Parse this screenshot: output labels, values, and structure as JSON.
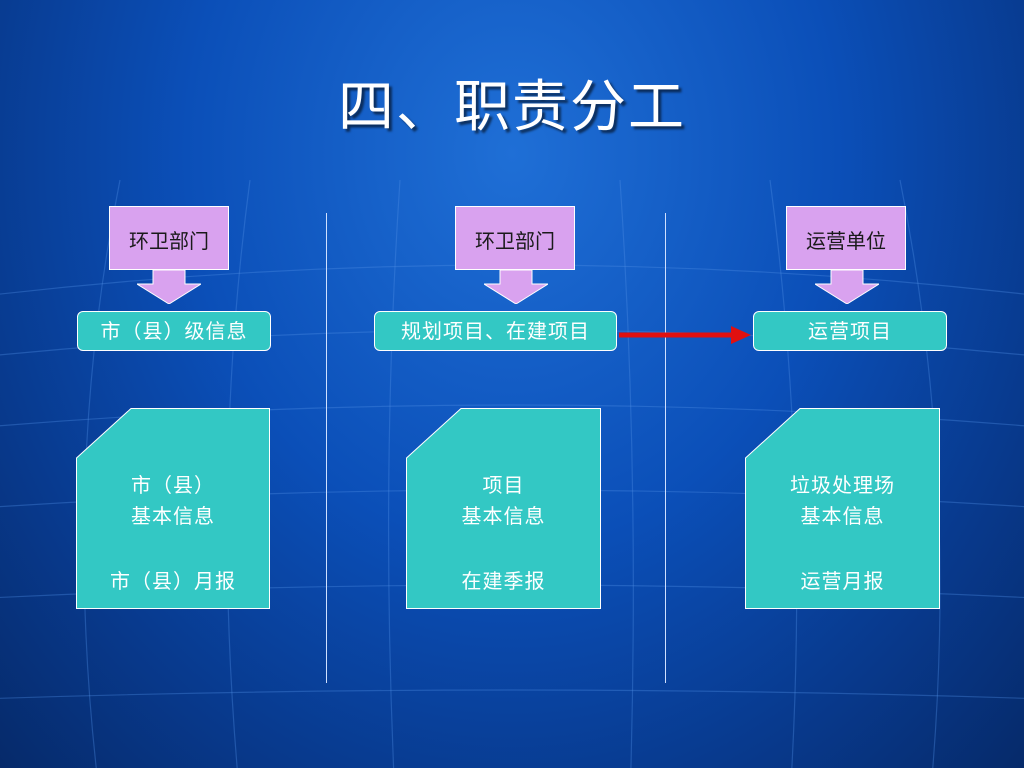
{
  "title": "四、职责分工",
  "columns": [
    {
      "dept": "环卫部门",
      "level": "市（县）级信息",
      "card_lines": [
        "市（县）",
        "基本信息",
        "市（县）月报"
      ]
    },
    {
      "dept": "环卫部门",
      "level": "规划项目、在建项目",
      "card_lines": [
        "项目",
        "基本信息",
        "在建季报"
      ]
    },
    {
      "dept": "运营单位",
      "level": "运营项目",
      "card_lines": [
        "垃圾处理场",
        "基本信息",
        "运营月报"
      ]
    }
  ],
  "colors": {
    "dept_fill": "#d9a2ef",
    "teal_fill": "#33c8c4",
    "arrow_red": "#e01010"
  }
}
